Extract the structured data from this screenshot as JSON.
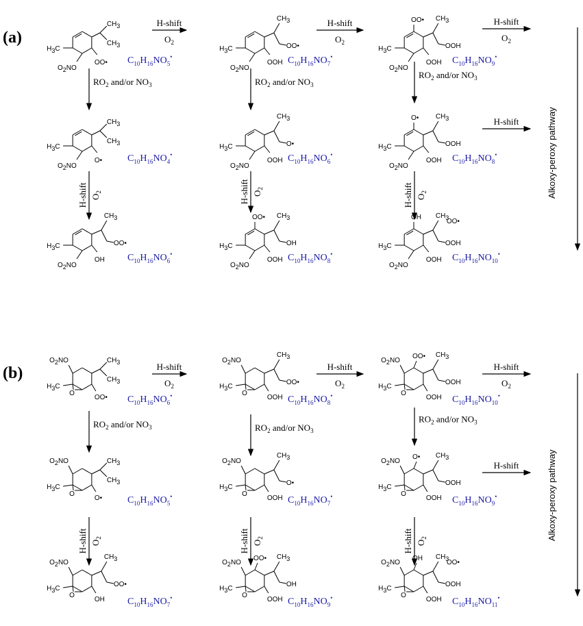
{
  "labels": {
    "panel_a": "(a)",
    "panel_b": "(b)",
    "pathway": "Alkoxy-peroxy pathway",
    "hshift": "H-shift",
    "o2": "O",
    "o2_sub": "2",
    "ro2_a": "RO",
    "ro2_sub": "2",
    "ro2_b": " and/or NO",
    "ro2_sub2": "3"
  },
  "atoms": {
    "h3c": "H",
    "h3c_sub": "3",
    "h3c_c": "C",
    "ch3": "CH",
    "ch3_sub": "3",
    "o2no": "O",
    "o2no_sub": "2",
    "o2no_no": "NO",
    "oo_rad": "OO•",
    "o_rad": "O•",
    "ooh": "OOH",
    "oh": "OH",
    "o": "O"
  },
  "panel_a": {
    "formulas": [
      [
        "C",
        "10",
        "H",
        "16",
        "NO",
        "5"
      ],
      [
        "C",
        "10",
        "H",
        "16",
        "NO",
        "7"
      ],
      [
        "C",
        "10",
        "H",
        "16",
        "NO",
        "9"
      ],
      [
        "C",
        "10",
        "H",
        "16",
        "NO",
        "4"
      ],
      [
        "C",
        "10",
        "H",
        "16",
        "NO",
        "6"
      ],
      [
        "C",
        "10",
        "H",
        "16",
        "NO",
        "8"
      ],
      [
        "C",
        "10",
        "H",
        "16",
        "NO",
        "6"
      ],
      [
        "C",
        "10",
        "H",
        "16",
        "NO",
        "8"
      ],
      [
        "C",
        "10",
        "H",
        "16",
        "NO",
        "10"
      ]
    ]
  },
  "panel_b": {
    "formulas": [
      [
        "C",
        "10",
        "H",
        "16",
        "NO",
        "6"
      ],
      [
        "C",
        "10",
        "H",
        "16",
        "NO",
        "8"
      ],
      [
        "C",
        "10",
        "H",
        "16",
        "NO",
        "10"
      ],
      [
        "C",
        "10",
        "H",
        "16",
        "NO",
        "5"
      ],
      [
        "C",
        "10",
        "H",
        "16",
        "NO",
        "7"
      ],
      [
        "C",
        "10",
        "H",
        "16",
        "NO",
        "9"
      ],
      [
        "C",
        "10",
        "H",
        "16",
        "NO",
        "7"
      ],
      [
        "C",
        "10",
        "H",
        "16",
        "NO",
        "9"
      ],
      [
        "C",
        "10",
        "H",
        "16",
        "NO",
        "11"
      ]
    ]
  }
}
